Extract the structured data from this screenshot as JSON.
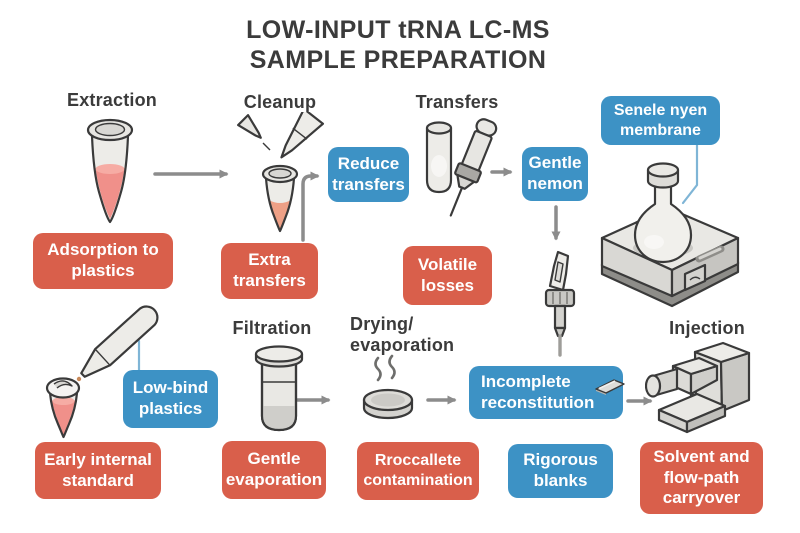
{
  "title": "LOW-INPUT tRNA LC-MS\nSAMPLE PREPARATION",
  "headings": {
    "extraction": "Extraction",
    "cleanup": "Cleanup",
    "transfers": "Transfers",
    "filtration": "Filtration",
    "drying": "Drying/\nevaporation",
    "injection": "Injection"
  },
  "red_boxes": {
    "adsorption": "Adsorption to\nplastics",
    "extra_transfers": "Extra\ntransfers",
    "volatile_losses": "Volatile\nlosses",
    "early_internal_standard": "Early internal\nstandard",
    "gentle_evaporation": "Gentle\nevaporation",
    "contamination": "Rroccallete\ncontamination",
    "carryover": "Solvent and\nflow-path\ncarryover"
  },
  "blue_boxes": {
    "reduce_transfers": "Reduce\ntransfers",
    "gentle_nemon": "Gentle\nnemon",
    "membrane": "Senele nyen\nmembrane",
    "low_bind": "Low-bind\nplastics",
    "incomplete_reconstitution": "Incomplete\nreconstitution",
    "rigorous_blanks": "Rigorous\nblanks"
  },
  "icons": {
    "extraction": "microcentrifuge-tube-icon",
    "cleanup": "pipette-tips-into-tube-icon",
    "transfers": "tube-and-syringe-icon",
    "membrane_device": "flask-on-evaporator-icon",
    "internal_standard": "pipette-dispensing-into-tube-icon",
    "filtration": "filter-column-icon",
    "drying": "evaporating-disc-icon",
    "spray_tip": "spray-tip-icon",
    "injection": "injector-instrument-icon",
    "membrane_chip": "membrane-strip-icon"
  },
  "colors": {
    "problem_red": "#D95F4B",
    "solution_blue": "#3D92C5",
    "heading_text": "#3B3B3B",
    "arrow_gray": "#8C8C8C",
    "callout_line_blue": "#7FB5D6",
    "liquid_pink": "#F0908A"
  }
}
